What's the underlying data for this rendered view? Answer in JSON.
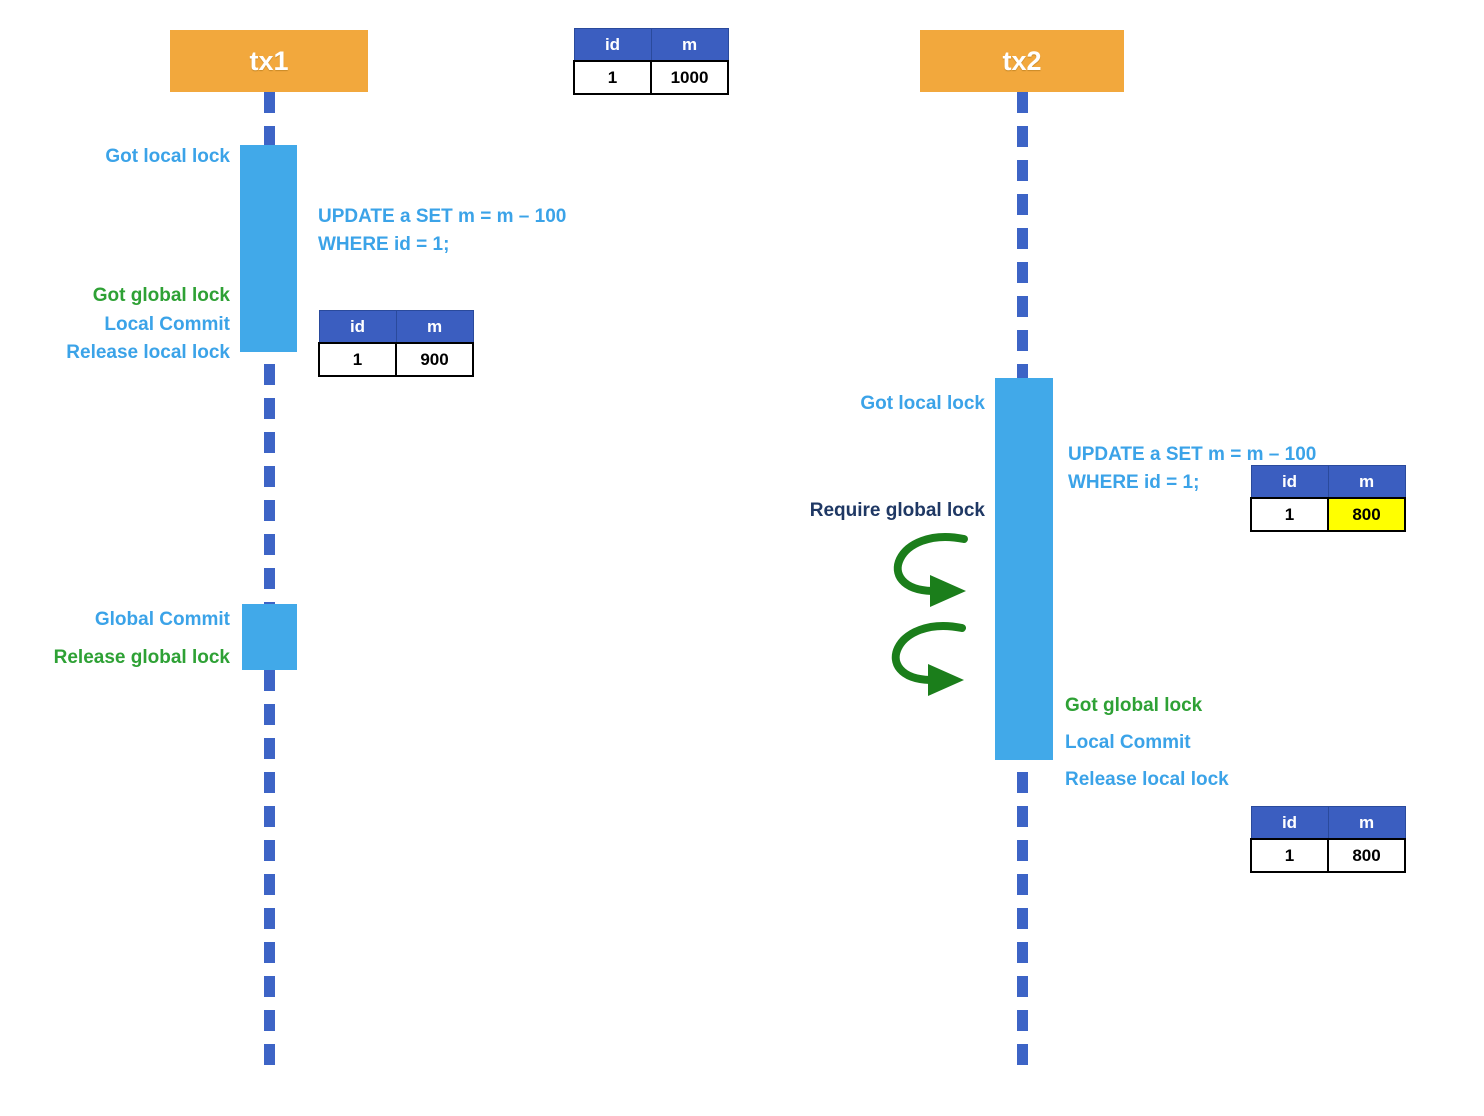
{
  "tx1": {
    "title": "tx1",
    "events": {
      "got_local_lock": "Got local lock",
      "got_global_lock": "Got global lock",
      "local_commit": "Local Commit",
      "release_local_lock": "Release local lock",
      "global_commit": "Global Commit",
      "release_global_lock": "Release global lock"
    },
    "sql_line1": "UPDATE a SET m = m – 100",
    "sql_line2": "WHERE id = 1;"
  },
  "tx2": {
    "title": "tx2",
    "events": {
      "got_local_lock": "Got local lock",
      "require_global_lock": "Require global lock",
      "got_global_lock": "Got global lock",
      "local_commit": "Local Commit",
      "release_local_lock": "Release local lock"
    },
    "sql_line1": "UPDATE a SET m = m – 100",
    "sql_line2": "WHERE id = 1;"
  },
  "tables": {
    "initial": {
      "headers": [
        "id",
        "m"
      ],
      "row": [
        "1",
        "1000"
      ]
    },
    "after_tx1": {
      "headers": [
        "id",
        "m"
      ],
      "row": [
        "1",
        "900"
      ]
    },
    "tx2_local": {
      "headers": [
        "id",
        "m"
      ],
      "row": [
        "1",
        "800"
      ],
      "highlighted_cell": "m"
    },
    "after_tx2": {
      "headers": [
        "id",
        "m"
      ],
      "row": [
        "1",
        "800"
      ]
    }
  },
  "colors": {
    "actor_orange": "#F2A83D",
    "table_header_blue": "#3B5EC0",
    "lifeline_blue": "#3D64C6",
    "activation_blue": "#41A9E9",
    "label_light_blue": "#3BA3E8",
    "label_green": "#2EA135",
    "label_navy": "#1F3864",
    "arrow_green": "#1B7E1B",
    "highlight_yellow": "#FFFF00"
  }
}
